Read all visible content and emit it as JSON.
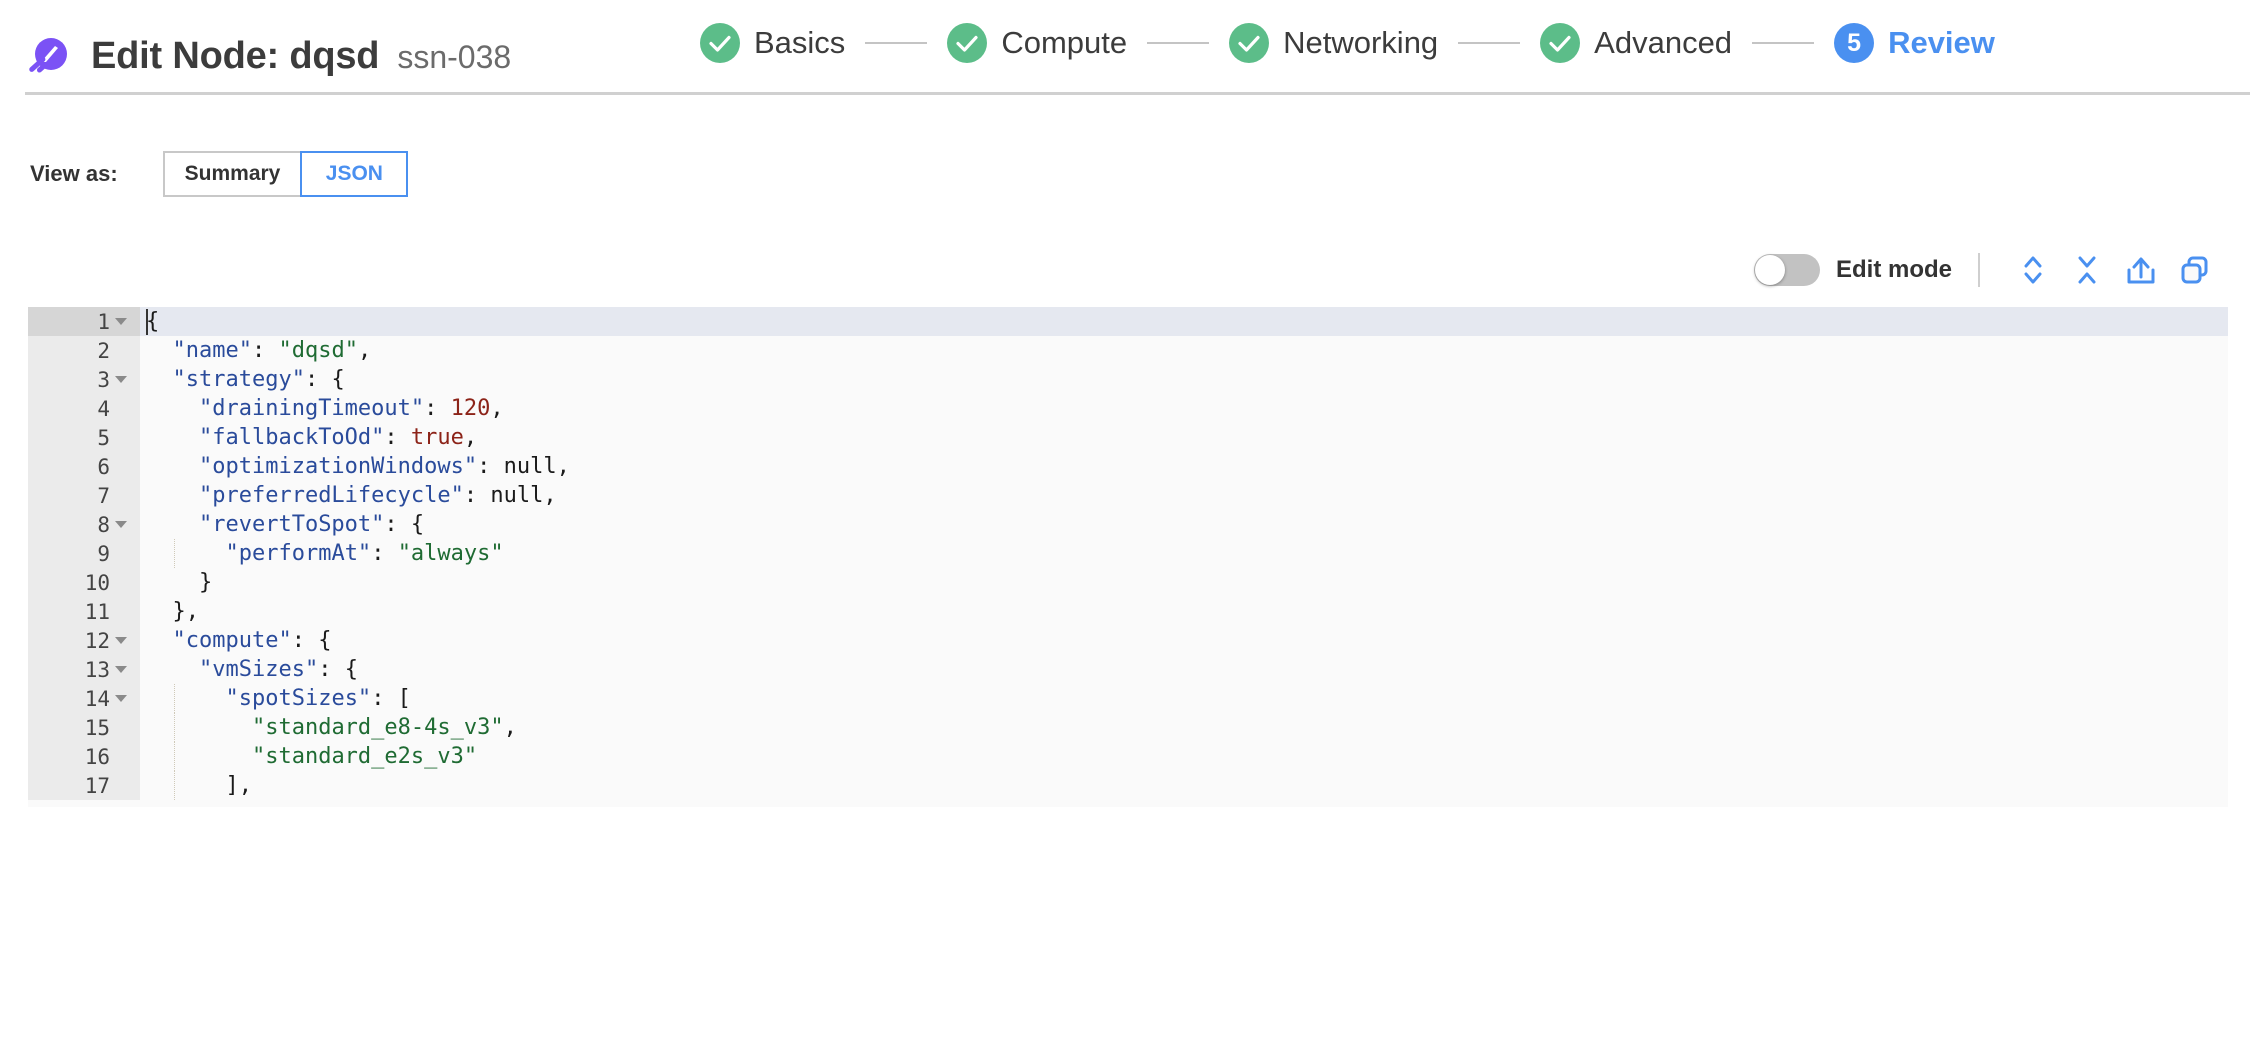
{
  "header": {
    "logo_icon": "spot-comet-logo-icon",
    "logo_color": "#7b52f5",
    "title": "Edit Node: dqsd",
    "node_id": "ssn-038"
  },
  "stepper": {
    "done_color": "#5cbd89",
    "current_color": "#4a90f0",
    "steps": [
      {
        "label": "Basics",
        "state": "done",
        "marker": "check-icon"
      },
      {
        "label": "Compute",
        "state": "done",
        "marker": "check-icon"
      },
      {
        "label": "Networking",
        "state": "done",
        "marker": "check-icon"
      },
      {
        "label": "Advanced",
        "state": "done",
        "marker": "check-icon"
      },
      {
        "label": "Review",
        "state": "current",
        "marker": "5"
      }
    ]
  },
  "view_as": {
    "label": "View as:",
    "options": [
      {
        "label": "Summary",
        "active": false
      },
      {
        "label": "JSON",
        "active": true
      }
    ]
  },
  "editor_toolbar": {
    "toggle_label": "Edit mode",
    "toggle_on": false,
    "actions": [
      {
        "name": "expand-all-icon",
        "title": "Expand all"
      },
      {
        "name": "collapse-all-icon",
        "title": "Collapse all"
      },
      {
        "name": "share-icon",
        "title": "Share"
      },
      {
        "name": "copy-icon",
        "title": "Copy"
      }
    ],
    "icon_color": "#4a90f0"
  },
  "code_editor": {
    "active_line": 1,
    "lines": [
      {
        "n": 1,
        "fold": true,
        "indent": 0,
        "tokens": [
          {
            "t": "caret"
          },
          {
            "t": "punct",
            "v": "{"
          }
        ]
      },
      {
        "n": 2,
        "fold": false,
        "indent": 1,
        "tokens": [
          {
            "t": "key",
            "v": "\"name\""
          },
          {
            "t": "punct",
            "v": ": "
          },
          {
            "t": "str",
            "v": "\"dqsd\""
          },
          {
            "t": "punct",
            "v": ","
          }
        ]
      },
      {
        "n": 3,
        "fold": true,
        "indent": 1,
        "tokens": [
          {
            "t": "key",
            "v": "\"strategy\""
          },
          {
            "t": "punct",
            "v": ": {"
          }
        ]
      },
      {
        "n": 4,
        "fold": false,
        "indent": 2,
        "tokens": [
          {
            "t": "key",
            "v": "\"drainingTimeout\""
          },
          {
            "t": "punct",
            "v": ": "
          },
          {
            "t": "num",
            "v": "120"
          },
          {
            "t": "punct",
            "v": ","
          }
        ]
      },
      {
        "n": 5,
        "fold": false,
        "indent": 2,
        "tokens": [
          {
            "t": "key",
            "v": "\"fallbackToOd\""
          },
          {
            "t": "punct",
            "v": ": "
          },
          {
            "t": "bool",
            "v": "true"
          },
          {
            "t": "punct",
            "v": ","
          }
        ]
      },
      {
        "n": 6,
        "fold": false,
        "indent": 2,
        "tokens": [
          {
            "t": "key",
            "v": "\"optimizationWindows\""
          },
          {
            "t": "punct",
            "v": ": "
          },
          {
            "t": "null",
            "v": "null"
          },
          {
            "t": "punct",
            "v": ","
          }
        ]
      },
      {
        "n": 7,
        "fold": false,
        "indent": 2,
        "tokens": [
          {
            "t": "key",
            "v": "\"preferredLifecycle\""
          },
          {
            "t": "punct",
            "v": ": "
          },
          {
            "t": "null",
            "v": "null"
          },
          {
            "t": "punct",
            "v": ","
          }
        ]
      },
      {
        "n": 8,
        "fold": true,
        "indent": 2,
        "tokens": [
          {
            "t": "key",
            "v": "\"revertToSpot\""
          },
          {
            "t": "punct",
            "v": ": {"
          }
        ]
      },
      {
        "n": 9,
        "fold": false,
        "indent": 3,
        "tokens": [
          {
            "t": "key",
            "v": "\"performAt\""
          },
          {
            "t": "punct",
            "v": ": "
          },
          {
            "t": "str",
            "v": "\"always\""
          }
        ]
      },
      {
        "n": 10,
        "fold": false,
        "indent": 2,
        "tokens": [
          {
            "t": "punct",
            "v": "}"
          }
        ]
      },
      {
        "n": 11,
        "fold": false,
        "indent": 1,
        "tokens": [
          {
            "t": "punct",
            "v": "},"
          }
        ]
      },
      {
        "n": 12,
        "fold": true,
        "indent": 1,
        "tokens": [
          {
            "t": "key",
            "v": "\"compute\""
          },
          {
            "t": "punct",
            "v": ": {"
          }
        ]
      },
      {
        "n": 13,
        "fold": true,
        "indent": 2,
        "tokens": [
          {
            "t": "key",
            "v": "\"vmSizes\""
          },
          {
            "t": "punct",
            "v": ": {"
          }
        ]
      },
      {
        "n": 14,
        "fold": true,
        "indent": 3,
        "tokens": [
          {
            "t": "key",
            "v": "\"spotSizes\""
          },
          {
            "t": "punct",
            "v": ": ["
          }
        ]
      },
      {
        "n": 15,
        "fold": false,
        "indent": 4,
        "tokens": [
          {
            "t": "str",
            "v": "\"standard_e8-4s_v3\""
          },
          {
            "t": "punct",
            "v": ","
          }
        ]
      },
      {
        "n": 16,
        "fold": false,
        "indent": 4,
        "tokens": [
          {
            "t": "str",
            "v": "\"standard_e2s_v3\""
          }
        ]
      },
      {
        "n": 17,
        "fold": false,
        "indent": 3,
        "tokens": [
          {
            "t": "punct",
            "v": "],"
          }
        ]
      }
    ]
  }
}
